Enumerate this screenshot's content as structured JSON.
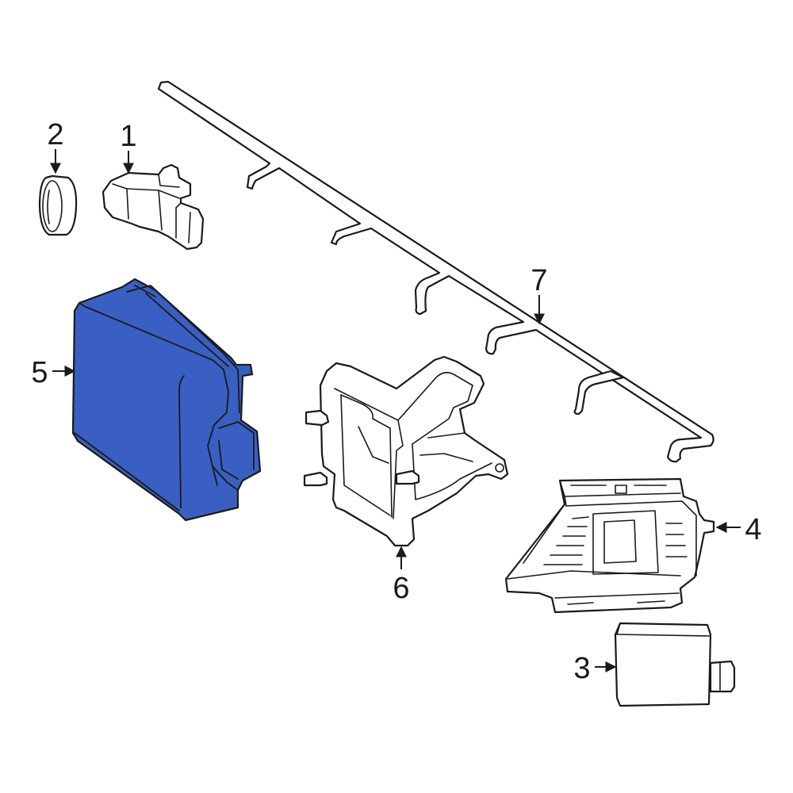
{
  "highlight_color": "#3a5fc2",
  "callouts": {
    "c1": "1",
    "c2": "2",
    "c3": "3",
    "c4": "4",
    "c5": "5",
    "c6": "6",
    "c7": "7"
  },
  "highlighted_part": "5"
}
